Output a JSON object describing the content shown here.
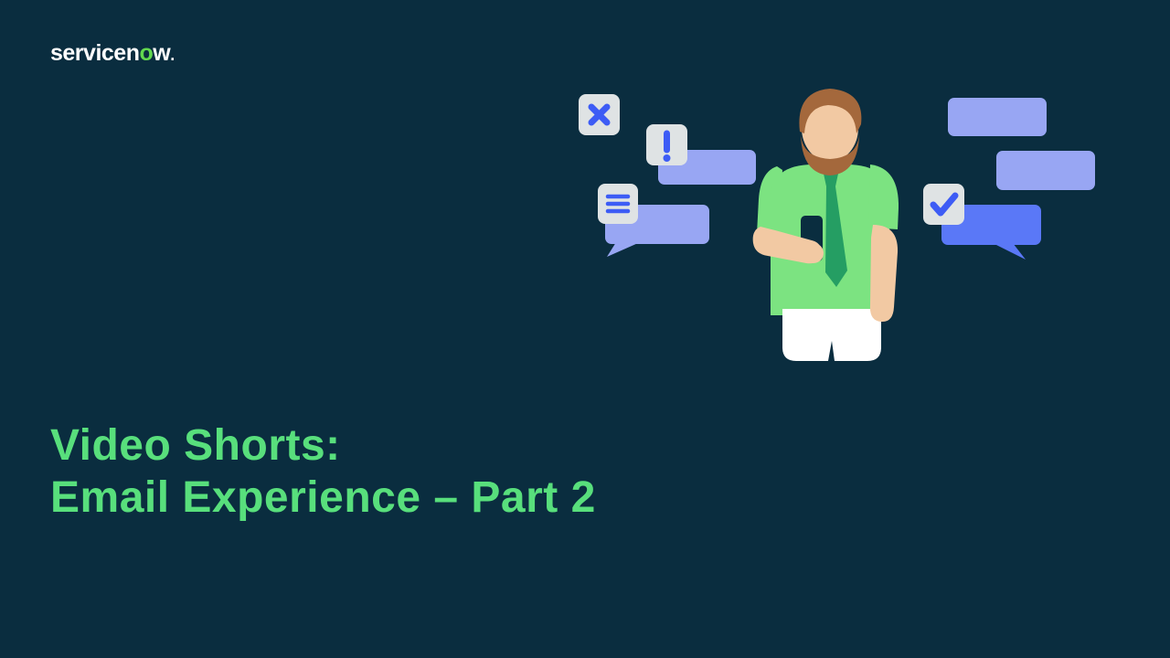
{
  "page": {
    "background_color": "#0a2d3f"
  },
  "logo": {
    "prefix": "servicen",
    "highlight_letter": "o",
    "suffix": "w",
    "trademark": ".",
    "highlight_color": "#62d84e"
  },
  "title": {
    "line1": "Video Shorts:",
    "line2": "Email Experience – Part 2",
    "color": "#58df7c"
  },
  "illustration": {
    "description": "Man with beard in green shirt and tie holding a phone, surrounded by chat bubbles and message icons",
    "icons": [
      {
        "name": "close-icon"
      },
      {
        "name": "exclamation-icon"
      },
      {
        "name": "menu-icon"
      },
      {
        "name": "checkmark-icon"
      }
    ],
    "colors": {
      "bubble_periwinkle": "#98a6f3",
      "bubble_blue": "#5a78f7",
      "tile_gray": "#dfe3e4",
      "icon_blue": "#3d5cf5",
      "shirt_green": "#7ce381",
      "tie_green": "#259e63",
      "skin": "#f2c9a3",
      "hair_brown": "#a4683c",
      "pants_white": "#ffffff",
      "phone_dark": "#0a2d3f"
    }
  }
}
